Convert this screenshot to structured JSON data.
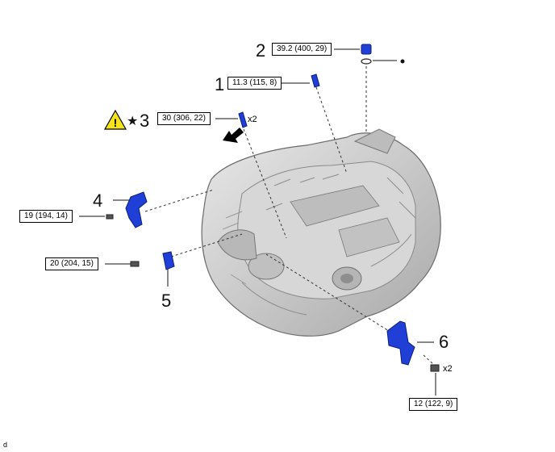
{
  "callouts": [
    {
      "number": "1",
      "torque": "11.3 (115, 8)"
    },
    {
      "number": "2",
      "torque": "39.2 (400, 29)"
    },
    {
      "number": "3",
      "torque": "30 (306, 22)",
      "quantity": "x2"
    },
    {
      "number": "4",
      "torque": "19 (194, 14)"
    },
    {
      "number": "5",
      "torque": "20 (204, 15)"
    },
    {
      "number": "6",
      "torque": "12 (122, 9)",
      "quantity": "x2"
    }
  ],
  "symbols": {
    "star": "★",
    "warning": "warning-icon",
    "arrow": "arrow-icon"
  },
  "corner_code": "d",
  "colors": {
    "part_blue": "#1f3fd6",
    "housing": "#cfcfcf"
  }
}
